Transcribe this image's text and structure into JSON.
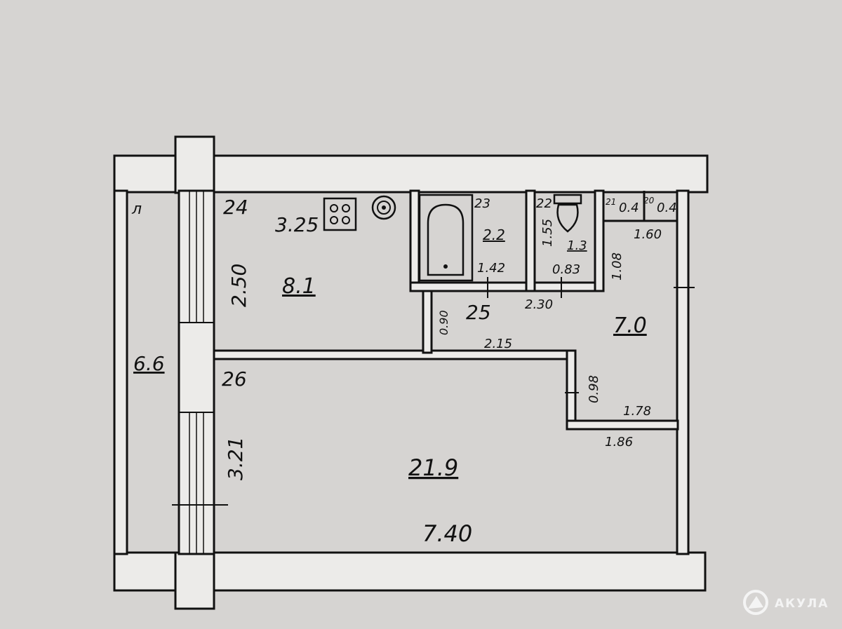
{
  "plan": {
    "corner_mark": "л",
    "rooms": [
      {
        "number": "24",
        "area": "8.1"
      },
      {
        "number": "23",
        "area": "2.2"
      },
      {
        "number": "22",
        "area": "1.3"
      },
      {
        "number": "21",
        "area": "0.4"
      },
      {
        "number": "20",
        "area": "0.4"
      },
      {
        "number": "25",
        "area": "7.0"
      },
      {
        "number": "26",
        "area": "21.9"
      }
    ],
    "loggia_area": "6.6",
    "dimensions": {
      "kitchen_width": "3.25",
      "kitchen_depth": "2.50",
      "bath_width": "1.42",
      "wc_depth": "1.55",
      "wc_width": "0.83",
      "corridor_top": "2.30",
      "closet_width": "1.60",
      "corridor_depth": "1.08",
      "door_width": "0.90",
      "partition_len": "2.15",
      "niche_depth": "0.98",
      "niche_width": "1.78",
      "niche_bottom": "1.86",
      "room_depth": "3.21",
      "room_width": "7.40"
    }
  },
  "watermark": {
    "brand": "АКУЛА"
  }
}
